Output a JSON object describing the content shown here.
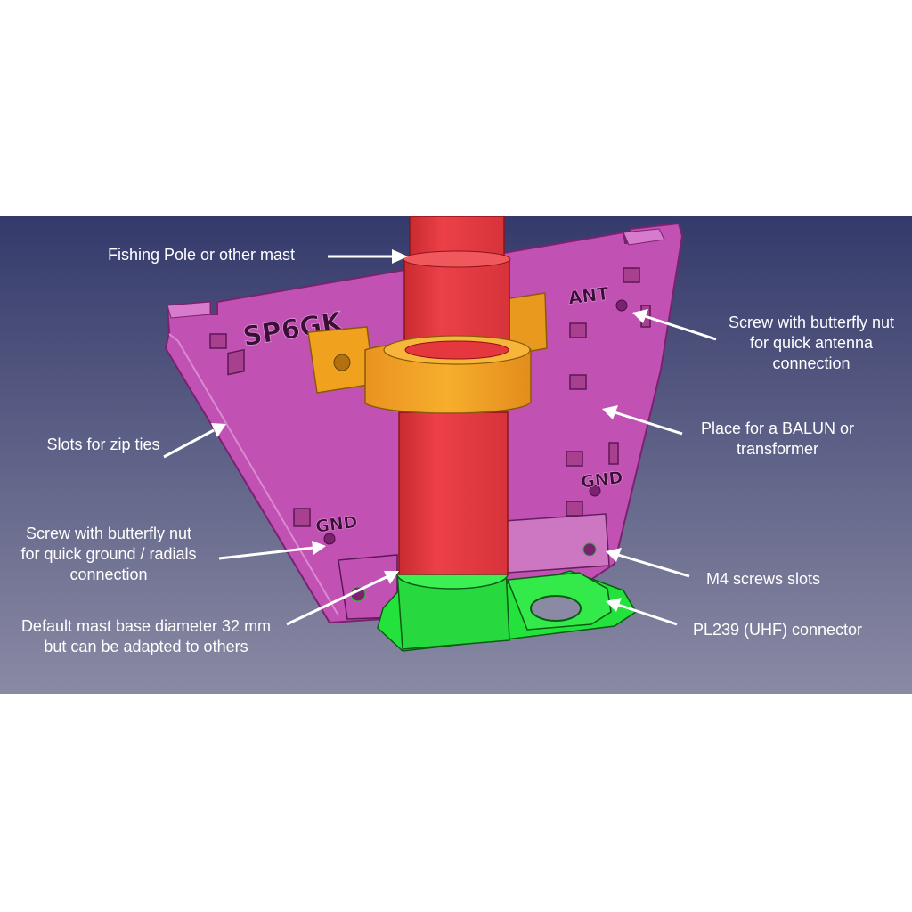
{
  "engraving": {
    "callsign": "SP6GK",
    "ant": "ANT",
    "gnd_left": "GND",
    "gnd_right": "GND"
  },
  "callouts": {
    "mast": "Fishing Pole or other mast",
    "antenna_screw": "Screw with butterfly nut\nfor quick antenna\nconnection",
    "balun": "Place for a BALUN or\ntransformer",
    "zip_ties": "Slots for zip ties",
    "ground_screw": "Screw with butterfly nut\nfor quick ground / radials\nconnection",
    "m4_slots": "M4 screws slots",
    "mast_base": "Default mast base diameter 32 mm\nbut can be adapted to others",
    "connector": "PL239 (UHF) connector"
  },
  "colors": {
    "background_top": "#343a6b",
    "background_bottom": "#8a8aa4",
    "plate": "#c152b4",
    "mast": "#e5383e",
    "clamp": "#f5a524",
    "base": "#22e23b",
    "text": "#ffffff"
  }
}
